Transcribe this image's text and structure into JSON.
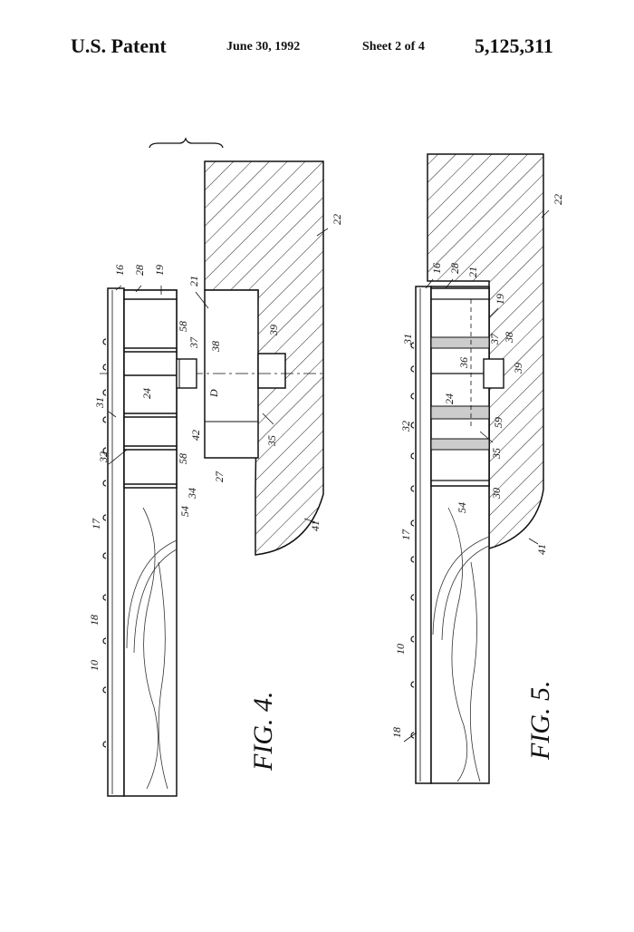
{
  "header": {
    "title": "U.S. Patent",
    "date": "June 30, 1992",
    "sheet": "Sheet 2 of 4",
    "patent_number": "5,125,311"
  },
  "figure4": {
    "caption": "FIG. 4.",
    "labels": {
      "l16": "16",
      "l28": "28",
      "l19": "19",
      "l21": "21",
      "l22": "22",
      "l58a": "58",
      "l37": "37",
      "l38": "38",
      "l39": "39",
      "l31": "31",
      "l24": "24",
      "lD": "D",
      "l42": "42",
      "l35": "35",
      "l32": "32",
      "l58b": "58",
      "l27": "27",
      "l34": "34",
      "l54": "54",
      "l17": "17",
      "l41": "41",
      "l18": "18",
      "l10": "10"
    }
  },
  "figure5": {
    "caption": "FIG. 5.",
    "labels": {
      "l16": "16",
      "l28": "28",
      "l21": "21",
      "l19": "19",
      "l22": "22",
      "l31": "31",
      "l37": "37",
      "l38": "38",
      "l36": "36",
      "l39": "39",
      "l24": "24",
      "l59": "59",
      "l32": "32",
      "l35": "35",
      "l30": "30",
      "l54": "54",
      "l17": "17",
      "l41": "41",
      "l10": "10",
      "l18": "18"
    }
  }
}
